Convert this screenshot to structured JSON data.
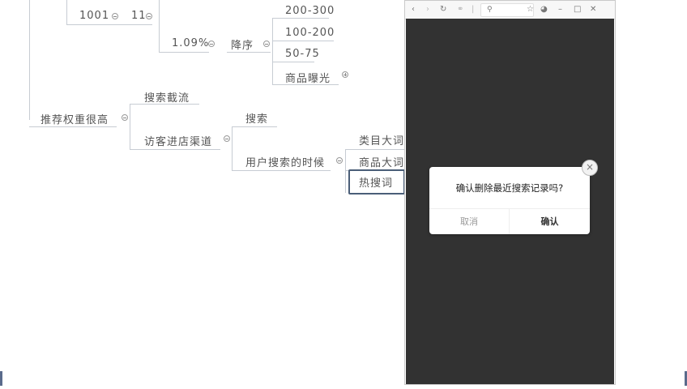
{
  "mindmap": {
    "nodes": {
      "n1001": "1001",
      "n11": "11",
      "pct": "1.09%",
      "sort": "降序",
      "r1": "200-300",
      "r2": "100-200",
      "r3": "50-75",
      "exposure": "商品曝光",
      "weight": "推荐权重很高",
      "intercept": "搜索截流",
      "channel": "访客进店渠道",
      "search": "搜索",
      "when_search": "用户搜索的时候",
      "cat_word": "类目大词",
      "prod_word": "商品大词",
      "hot_word": "热搜词"
    }
  },
  "browser": {
    "icons": [
      "back-icon",
      "forward-icon",
      "refresh-icon",
      "link-icon",
      "search-icon",
      "star-icon",
      "globe-icon",
      "minimize-icon",
      "restore-icon",
      "close-icon"
    ],
    "dialog": {
      "message": "确认删除最近搜索记录吗?",
      "cancel": "取消",
      "confirm": "确认",
      "close": "×"
    }
  }
}
